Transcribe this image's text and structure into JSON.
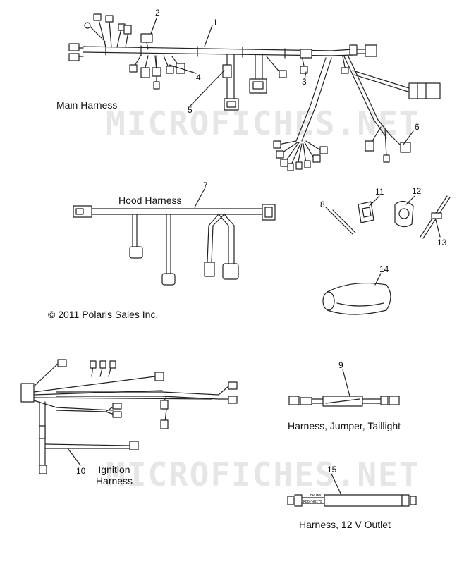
{
  "watermark": "MICROFICHES.NET",
  "copyright": "© 2011 Polaris Sales Inc.",
  "assemblies": {
    "main": "Main Harness",
    "hood": "Hood Harness",
    "ignition_line1": "Ignition",
    "ignition_line2": "Harness",
    "taillight": "Harness, Jumper, Taillight",
    "outlet": "Harness, 12 V Outlet"
  },
  "callouts": {
    "c1": "1",
    "c2": "2",
    "c3": "3",
    "c4": "4",
    "c5": "5",
    "c6": "6",
    "c7": "7",
    "c8": "8",
    "c9": "9",
    "c10": "10",
    "c11": "11",
    "c12": "12",
    "c13": "13",
    "c14": "14",
    "c15": "15"
  },
  "outlet_wire_labels": {
    "w1": "BROWN",
    "w2": "RED/WHITE"
  }
}
